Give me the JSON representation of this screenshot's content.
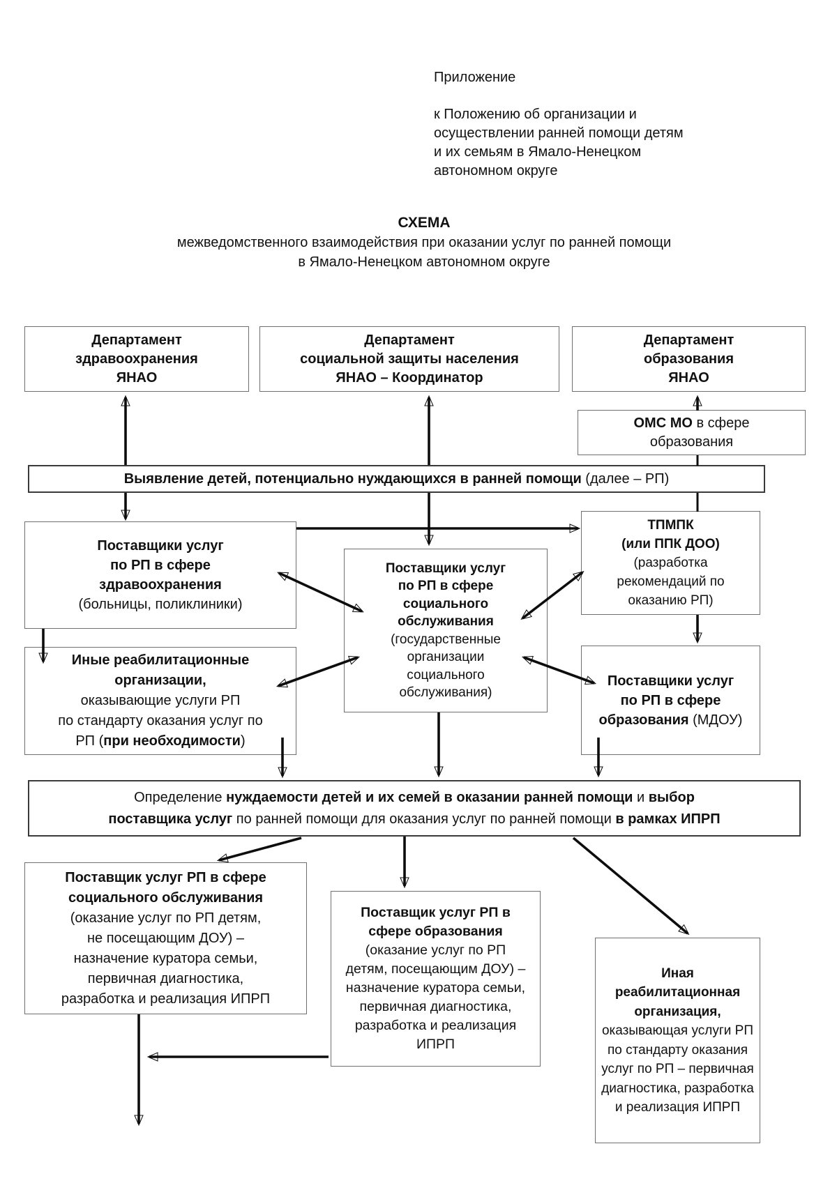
{
  "colors": {
    "background": "#ffffff",
    "text": "#111111",
    "box_border": "#6f6f6f",
    "band_border": "#3a3a3a",
    "arrow": "#0d0d0d"
  },
  "header": {
    "appendix_label": "Приложение",
    "appendix_body": "к Положению об организации и\nосуществлении ранней помощи детям\nи их семьям в Ямало-Ненецком\nавтономном округе"
  },
  "title": {
    "heading": "СХЕМА",
    "subtitle_line1": "межведомственного взаимодействия при оказании услуг по ранней помощи",
    "subtitle_line2": "в Ямало-Ненецком автономном округе"
  },
  "boxes": {
    "dept_health": {
      "segments": [
        {
          "t": "Департамент\nздравоохранения\nЯНАО",
          "b": true
        }
      ]
    },
    "dept_social": {
      "segments": [
        {
          "t": "Департамент\nсоциальной защиты населения\nЯНАО – Координатор",
          "b": true
        }
      ]
    },
    "dept_education": {
      "segments": [
        {
          "t": "Департамент\nобразования\nЯНАО",
          "b": true
        }
      ]
    },
    "oms_mo": {
      "segments": [
        {
          "t": "ОМС МО",
          "b": true
        },
        {
          "t": " в сфере\nобразования",
          "b": false
        }
      ]
    },
    "detection": {
      "segments": [
        {
          "t": "Выявление детей, потенциально нуждающихся в ранней помощи",
          "b": true
        },
        {
          "t": " (далее – РП)",
          "b": false
        }
      ]
    },
    "providers_health": {
      "segments": [
        {
          "t": "Поставщики услуг\nпо РП в сфере\nздравоохранения",
          "b": true
        },
        {
          "t": "\n(больницы, поликлиники)",
          "b": false
        }
      ]
    },
    "providers_social": {
      "segments": [
        {
          "t": "Поставщики услуг\nпо РП в сфере\nсоциального\nобслуживания",
          "b": true
        },
        {
          "t": "\n(государственные\nорганизации\nсоциального\nобслуживания)",
          "b": false
        }
      ]
    },
    "tpmpk": {
      "segments": [
        {
          "t": "ТПМПК\n(или ППК ДОО)",
          "b": true
        },
        {
          "t": "\n(разработка\nрекомендаций по\nоказанию РП)",
          "b": false
        }
      ]
    },
    "other_rehab": {
      "segments": [
        {
          "t": "Иные реабилитационные\nорганизации,",
          "b": true
        },
        {
          "t": "\nоказывающие услуги РП\nпо стандарту оказания услуг по\nРП (",
          "b": false
        },
        {
          "t": "при необходимости",
          "b": true
        },
        {
          "t": ")",
          "b": false
        }
      ]
    },
    "providers_education": {
      "segments": [
        {
          "t": "Поставщики услуг\nпо РП в сфере\nобразования",
          "b": true
        },
        {
          "t": " (МДОУ)",
          "b": false
        }
      ]
    },
    "needs": {
      "segments": [
        {
          "t": "Определение ",
          "b": false
        },
        {
          "t": "нуждаемости детей и их семей в оказании ранней помощи",
          "b": true
        },
        {
          "t": " и ",
          "b": false
        },
        {
          "t": "выбор\nпоставщика услуг",
          "b": true
        },
        {
          "t": " по ранней помощи для оказания услуг по ранней помощи ",
          "b": false
        },
        {
          "t": "в рамках ИПРП",
          "b": true
        }
      ]
    },
    "provider_social_bottom": {
      "segments": [
        {
          "t": "Поставщик услуг РП в сфере\nсоциального обслуживания",
          "b": true
        },
        {
          "t": "\n(оказание услуг по РП детям,\nне посещающим ДОУ) –\nназначение куратора семьи,\nпервичная диагностика,\nразработка и реализация ИПРП",
          "b": false
        }
      ]
    },
    "provider_education_bottom": {
      "segments": [
        {
          "t": "Поставщик услуг РП в\nсфере образования",
          "b": true
        },
        {
          "t": "\n(оказание услуг по РП\nдетям, посещающим ДОУ) –\nназначение куратора семьи,\nпервичная диагностика,\nразработка и реализация\nИПРП",
          "b": false
        }
      ]
    },
    "other_rehab_bottom": {
      "segments": [
        {
          "t": "Иная\nреабилитационная\nорганизация,",
          "b": true
        },
        {
          "t": "\nоказывающая услуги РП\nпо стандарту оказания\nуслуг по РП – первичная\nдиагностика, разработка\nи реализация ИПРП",
          "b": false
        }
      ]
    }
  }
}
